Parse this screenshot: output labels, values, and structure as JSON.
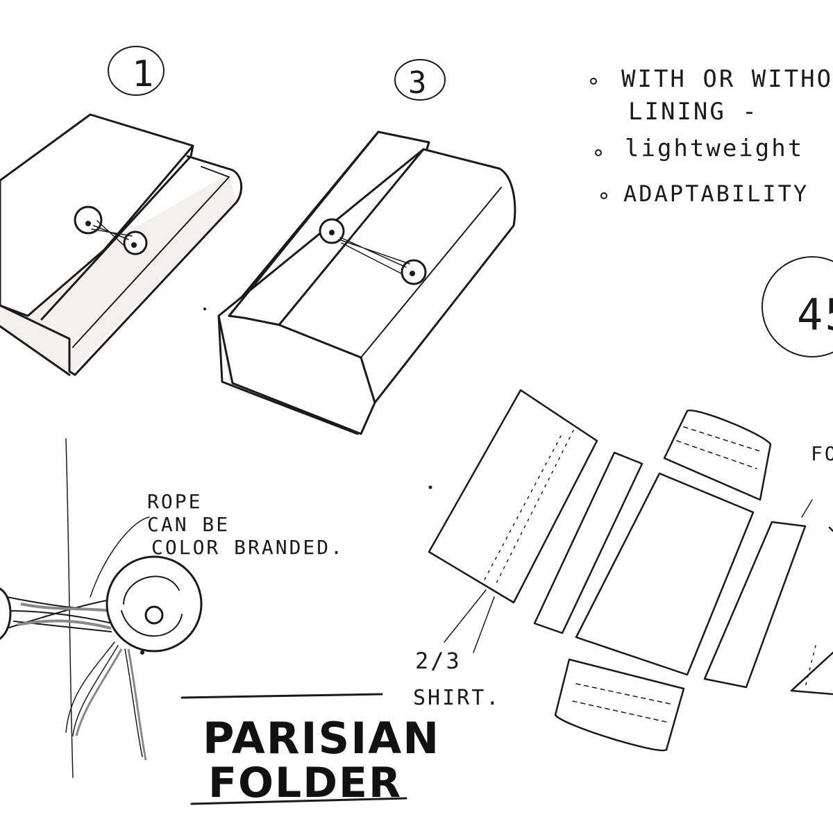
{
  "sketch_labels": {
    "view_1": "1",
    "view_3": "3",
    "circle_number": "45",
    "notes": [
      "WITH OR WITHO",
      "LINING -",
      "lightweight",
      "ADAPTABILITY"
    ],
    "rope_note": [
      "ROPE",
      "CAN BE",
      "COLOR BRANDED."
    ],
    "pattern_note": [
      "2/3",
      "SHIRT."
    ],
    "edge_label": "FO",
    "title_lines": [
      "PARISIAN",
      "FOLDER"
    ]
  },
  "colors": {
    "ink": "#1a1a1a",
    "paper": "#ffffff",
    "shadow": "#f3efec"
  }
}
